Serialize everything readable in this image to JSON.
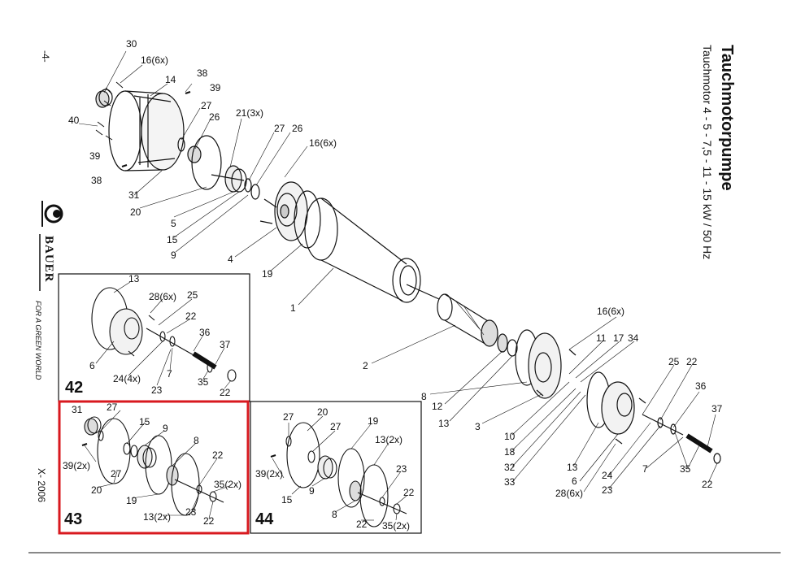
{
  "title": "Tauchmotorpumpe",
  "subtitle": "Tauchmotor 4 - 5 - 7,5 - 11 - 15 kW / 50 Hz",
  "page_number": "-4-",
  "date": "X- 2006",
  "brand": {
    "name": "BAUER",
    "slogan": "FOR A GREEN WORLD"
  },
  "main_labels": [
    "30",
    "16(6x)",
    "14",
    "38",
    "39",
    "40",
    "27",
    "26",
    "21(3x)",
    "27",
    "26",
    "16(6x)",
    "39",
    "38",
    "31",
    "20",
    "5",
    "15",
    "9",
    "4",
    "19",
    "1",
    "2",
    "16(6x)",
    "8",
    "12",
    "13",
    "3",
    "11",
    "17",
    "34",
    "10",
    "18",
    "32",
    "33",
    "13",
    "6",
    "28(6x)",
    "25",
    "22",
    "36",
    "37",
    "24",
    "23",
    "7",
    "35",
    "22"
  ],
  "box42": {
    "number": "42",
    "labels": [
      "13",
      "28(6x)",
      "25",
      "22",
      "36",
      "37",
      "6",
      "24(4x)",
      "7",
      "23",
      "35",
      "22"
    ]
  },
  "box43": {
    "number": "43",
    "labels": [
      "31",
      "27",
      "15",
      "9",
      "8",
      "22",
      "35(2x)",
      "39(2x)",
      "27",
      "20",
      "19",
      "13(2x)",
      "23",
      "22"
    ]
  },
  "box44": {
    "number": "44",
    "labels": [
      "27",
      "20",
      "27",
      "19",
      "13(2x)",
      "23",
      "22",
      "39(2x)",
      "15",
      "9",
      "8",
      "22",
      "35(2x)"
    ]
  },
  "colors": {
    "highlight": "#d8191f",
    "ink": "#111111"
  }
}
